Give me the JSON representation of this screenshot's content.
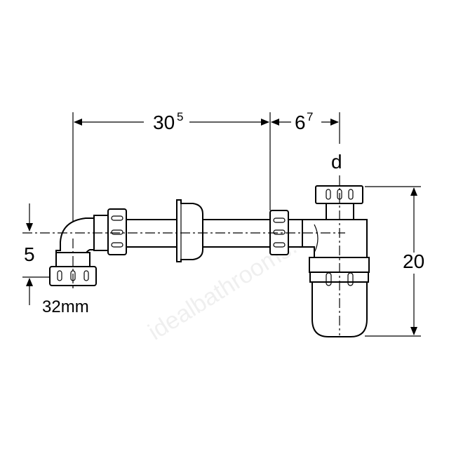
{
  "dimensions": {
    "width_main": "30",
    "width_main_sup": "5",
    "width_offset": "6",
    "width_offset_sup": "7",
    "diameter_label": "d",
    "height_offset": "5",
    "height_total": "20",
    "outlet_size": "32mm"
  },
  "watermark": "idealbathrooms.com"
}
